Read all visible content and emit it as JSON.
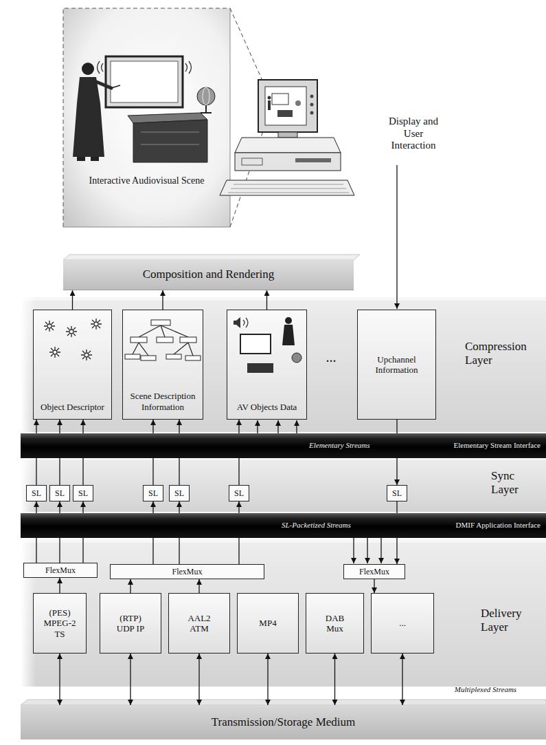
{
  "diagram": {
    "nodes": [
      {
        "text": [
          "Interactive Audiovisual Scene"
        ]
      },
      {
        "text": [
          "Composition and Rendering"
        ]
      },
      {
        "text": [
          "Compression Layer"
        ]
      },
      {
        "text": [
          "Object Descriptor"
        ],
        "in": 2
      },
      {
        "text": [
          "Scene Description Information"
        ],
        "in": 2
      },
      {
        "text": [
          "AV Objects Data"
        ],
        "in": 2
      },
      {
        "text": [
          "Upchannel Information"
        ],
        "in": 2
      },
      {
        "text": [
          "Elementary Streams",
          "Elementary Stream Interface"
        ]
      },
      {
        "text": [
          "Sync Layer"
        ]
      },
      {
        "text": [
          "SL"
        ],
        "in": 8
      },
      {
        "text": [
          "SL"
        ],
        "in": 8
      },
      {
        "text": [
          "SL"
        ],
        "in": 8
      },
      {
        "text": [
          "SL"
        ],
        "in": 8
      },
      {
        "text": [
          "SL"
        ],
        "in": 8
      },
      {
        "text": [
          "SL"
        ],
        "in": 8
      },
      {
        "text": [
          "SL"
        ],
        "in": 8
      },
      {
        "text": [
          "SL-Packetized Streams",
          "DMIF Application Interface"
        ]
      },
      {
        "text": [
          "Delivery Layer"
        ]
      },
      {
        "text": [
          "FlexMux"
        ],
        "in": 17
      },
      {
        "text": [
          "FlexMux"
        ],
        "in": 17
      },
      {
        "text": [
          "FlexMux"
        ],
        "in": 17
      },
      {
        "text": [
          "(PES) MPEG-2 TS"
        ],
        "in": 17
      },
      {
        "text": [
          "(RTP) UDP IP"
        ],
        "in": 17
      },
      {
        "text": [
          "AAL2 ATM"
        ],
        "in": 17
      },
      {
        "text": [
          "MP4"
        ],
        "in": 17
      },
      {
        "text": [
          "DAB Mux"
        ],
        "in": 17
      },
      {
        "text": [
          "..."
        ],
        "in": 17
      },
      {
        "text": [
          "Transmission/Storage Medium"
        ]
      }
    ],
    "edges": [
      {
        "from": 3,
        "to": 1,
        "arrow": "to"
      },
      {
        "from": 4,
        "to": 1,
        "arrow": "to"
      },
      {
        "from": 5,
        "to": 1,
        "arrow": "to"
      },
      {
        "from": 6,
        "to": 15,
        "arrow": "to"
      },
      {
        "from": 9,
        "to": 3,
        "arrow": "to"
      },
      {
        "from": 10,
        "to": 3,
        "arrow": "to"
      },
      {
        "from": 11,
        "to": 3,
        "arrow": "to"
      },
      {
        "from": 12,
        "to": 4,
        "arrow": "to"
      },
      {
        "from": 13,
        "to": 4,
        "arrow": "to"
      },
      {
        "from": 14,
        "to": 5,
        "arrow": "to"
      },
      {
        "from": 18,
        "to": 9,
        "arrow": "to"
      },
      {
        "from": 18,
        "to": 10,
        "arrow": "to"
      },
      {
        "from": 18,
        "to": 11,
        "arrow": "to"
      },
      {
        "from": 19,
        "to": 12,
        "arrow": "to"
      },
      {
        "from": 19,
        "to": 13,
        "arrow": "to"
      },
      {
        "from": 19,
        "to": 14,
        "arrow": "to"
      },
      {
        "from": 15,
        "to": 20,
        "arrow": "to"
      },
      {
        "from": 20,
        "to": 26,
        "arrow": "to"
      },
      {
        "from": 21,
        "to": 18,
        "arrow": "to"
      },
      {
        "from": 22,
        "to": 19,
        "arrow": "to"
      },
      {
        "from": 23,
        "to": 19,
        "arrow": "to"
      },
      {
        "from": 21,
        "to": 27,
        "arrow": "both"
      },
      {
        "from": 22,
        "to": 27,
        "arrow": "both"
      },
      {
        "from": 23,
        "to": 27,
        "arrow": "both"
      },
      {
        "from": 24,
        "to": 27,
        "arrow": "both"
      },
      {
        "from": 25,
        "to": 27,
        "arrow": "both"
      },
      {
        "from": 26,
        "to": 27,
        "arrow": "both"
      }
    ],
    "labels": [
      "Display and User Interaction",
      "...",
      "Multiplexed Streams"
    ]
  }
}
